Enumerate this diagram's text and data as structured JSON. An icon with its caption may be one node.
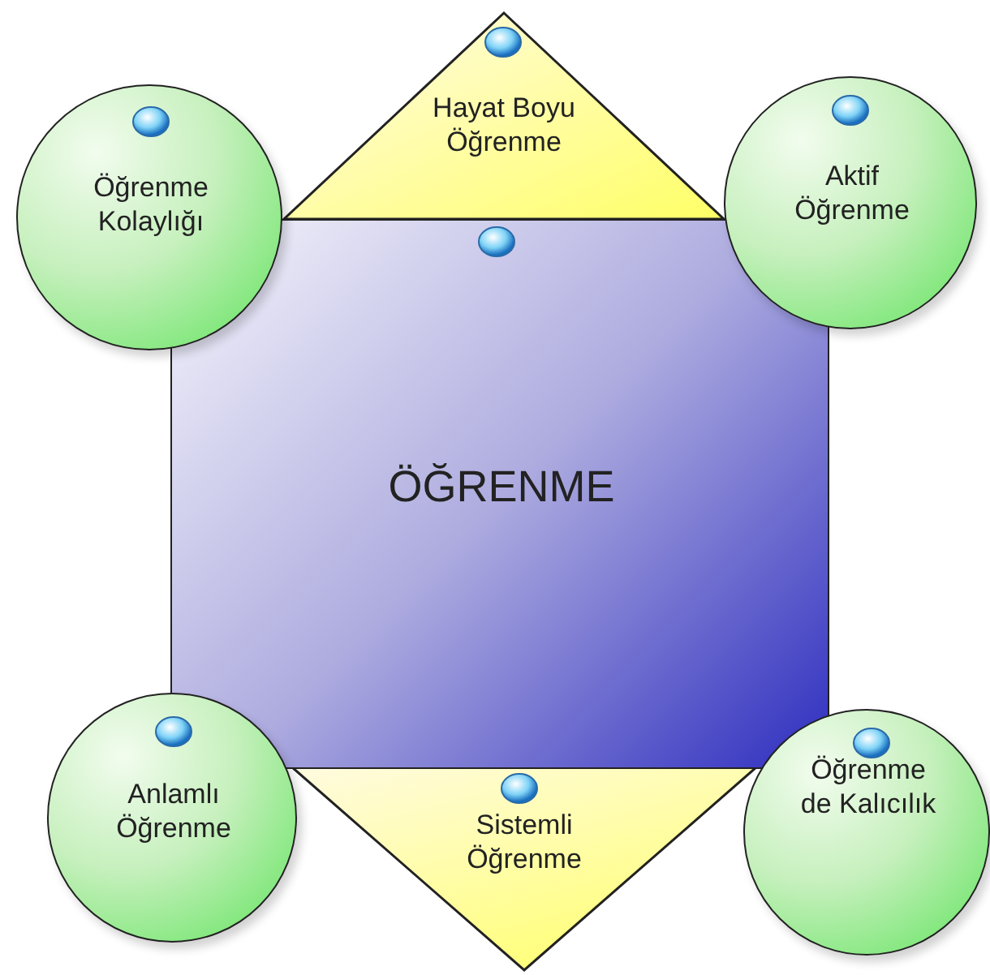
{
  "diagram": {
    "nodes": [
      {
        "text": [
          "Hayat Boyu Öğrenme"
        ]
      },
      {
        "text": [
          "Öğrenme Kolaylığı"
        ]
      },
      {
        "text": [
          "Aktif Öğrenme"
        ]
      },
      {
        "text": [
          "ÖĞRENME"
        ]
      },
      {
        "text": [
          "Anlamlı Öğrenme"
        ]
      },
      {
        "text": [
          "Sistemli Öğrenme"
        ]
      },
      {
        "text": [
          "Öğrenme de Kalıcılık"
        ]
      }
    ]
  }
}
